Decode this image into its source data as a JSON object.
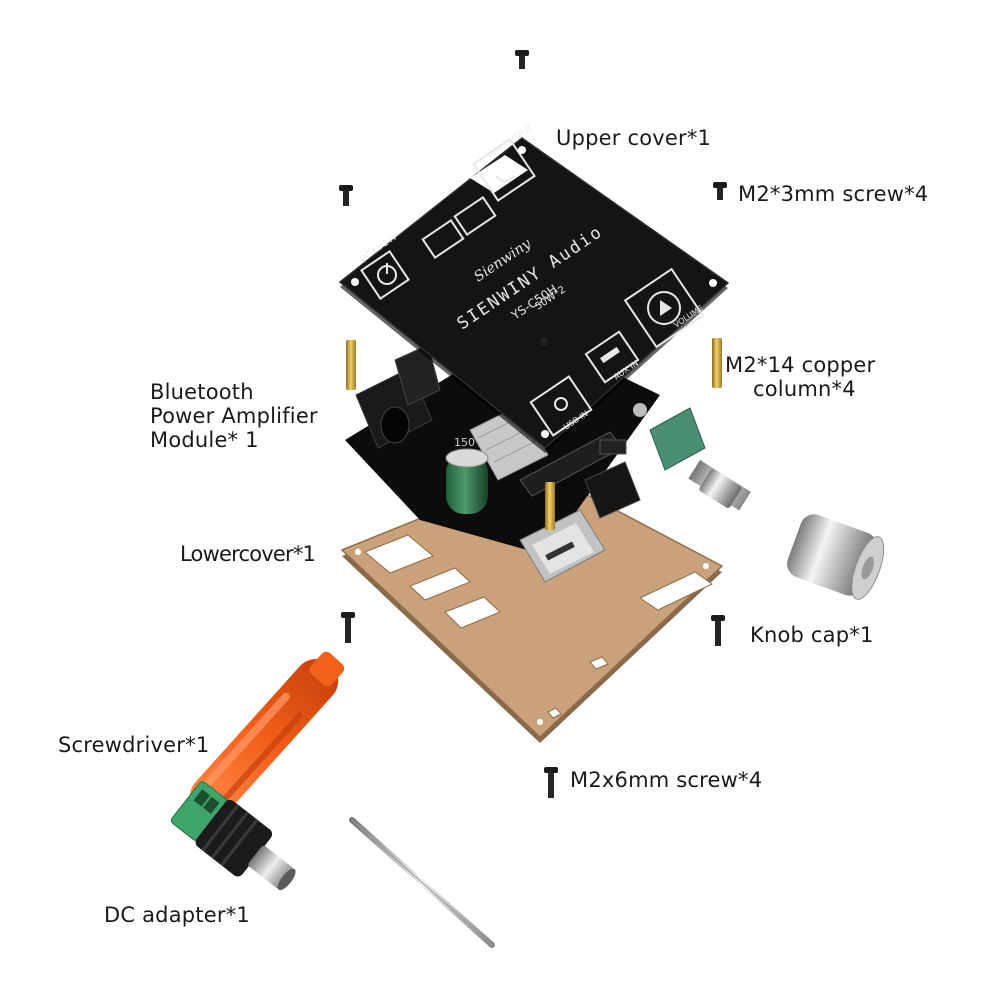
{
  "labels": {
    "upper_cover": "Upper cover*1",
    "screw_3mm": "M2*3mm screw*4",
    "copper_column": [
      "M2*14 copper",
      "column*4"
    ],
    "module": [
      "Bluetooth",
      "Power Amplifier",
      "Module* 1"
    ],
    "lower_cover": "Lowercover*1",
    "knob_cap": "Knob cap*1",
    "screwdriver": "Screwdriver*1",
    "screw_6mm": "M2x6mm screw*4",
    "dc_adapter": "DC adapter*1"
  },
  "board": {
    "brand_script": "Sienwiny",
    "brand": "SIENWINY Audio",
    "model": "YS-C50H",
    "power": "50W*2",
    "dc_input": "DC 12-24V",
    "aux_output": "AUX OUTPUT",
    "volume": "VOLUME",
    "aux_in": "AUX IN",
    "usb_in": "USB IN",
    "capacitor": "150"
  },
  "colors": {
    "board": "#141414",
    "board_print": "#e8e8e8",
    "acrylic": "#c9a27c",
    "screwdriver_handle": "#f2611c",
    "knob": "#bcbcbc",
    "terminal": "#3ea66a"
  }
}
